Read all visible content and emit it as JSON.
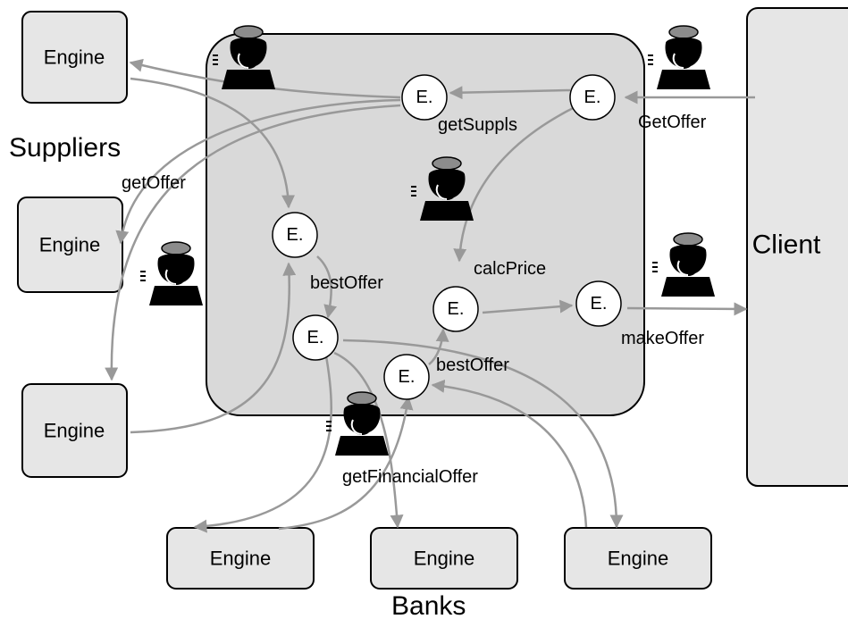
{
  "engine_label": "Engine",
  "client_label": "Client",
  "node_label": "E.",
  "groups": {
    "suppliers": "Suppliers",
    "banks": "Banks"
  },
  "edge_labels": {
    "getOffer_client": "GetOffer",
    "getSuppls": "getSuppls",
    "getOffer_supplier": "getOffer",
    "bestOffer_left": "bestOffer",
    "calcPrice": "calcPrice",
    "bestOffer_right": "bestOffer",
    "makeOffer": "makeOffer",
    "getFinancialOffer": "getFinancialOffer"
  },
  "colors": {
    "container_fill": "#d9d9d9",
    "box_fill": "#e6e6e6",
    "arrow": "#999999",
    "agent": "#000000",
    "agent_halo": "#8c8c8c"
  },
  "icons": [
    "agent-icon"
  ]
}
